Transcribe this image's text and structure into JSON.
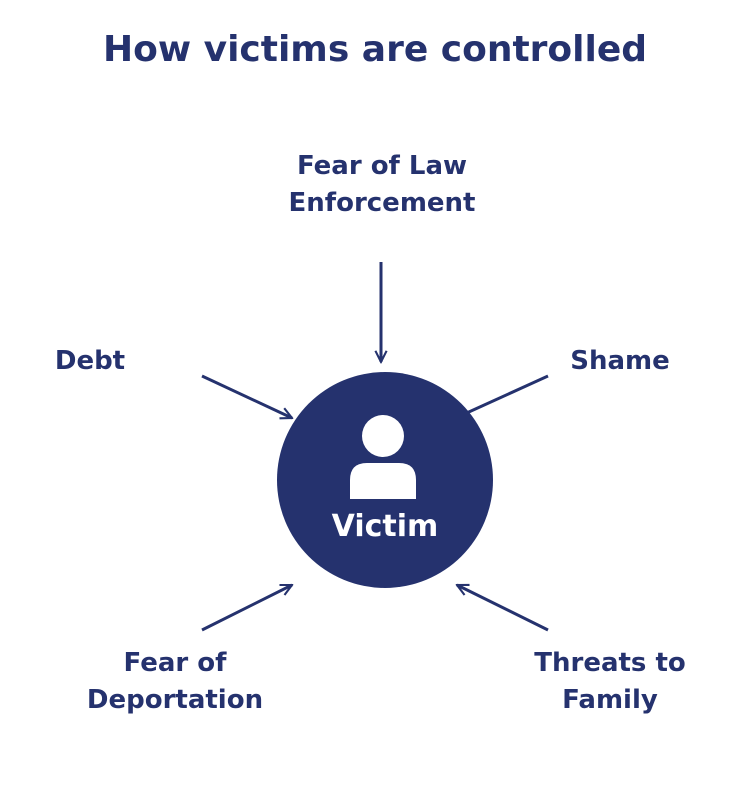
{
  "title": "How victims are controlled",
  "center": {
    "label": "Victim",
    "icon": "person-icon"
  },
  "factors": [
    {
      "label": "Fear of Law\nEnforcement"
    },
    {
      "label": "Debt"
    },
    {
      "label": "Shame"
    },
    {
      "label": "Fear of\nDeportation"
    },
    {
      "label": "Threats to\nFamily"
    }
  ],
  "colors": {
    "primary": "#25326e",
    "background": "#ffffff"
  }
}
